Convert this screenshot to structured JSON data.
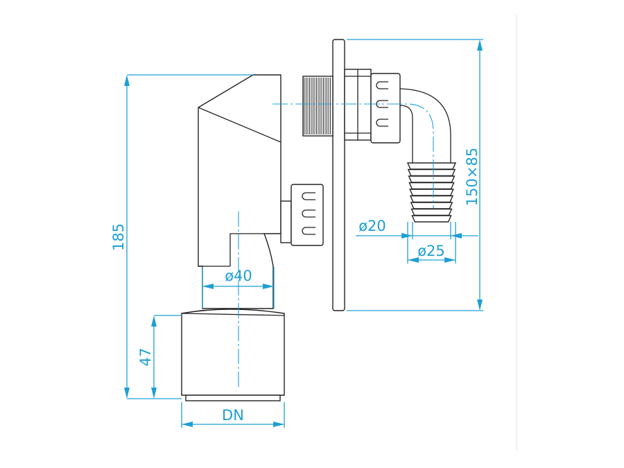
{
  "drawing": {
    "dimensions": {
      "overall_height": "185",
      "socket_height": "47",
      "outlet": "DN",
      "pipe_diameter": "ø40",
      "hose_inner": "ø20",
      "hose_outer": "ø25",
      "plate_size": "150×85"
    },
    "colors": {
      "dimension": "#1e9fd3",
      "outline": "#222222"
    }
  }
}
